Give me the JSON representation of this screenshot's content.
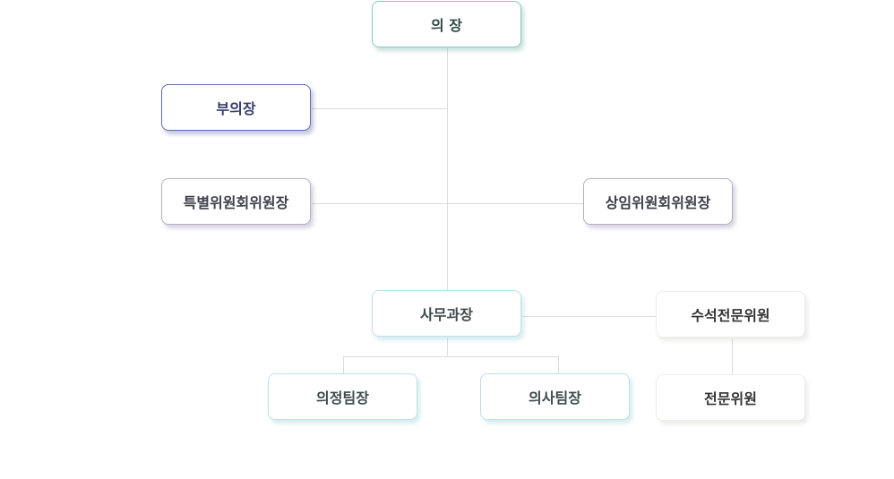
{
  "org_chart": {
    "chair": "의 장",
    "vice_chair": "부의장",
    "special_committee_chairs": "특별위원회위원장",
    "standing_committee_chairs": "상임위원회위원장",
    "secretariat_director": "사무과장",
    "chief_specialist": "수석전문위원",
    "legislative_team_leader": "의정팀장",
    "proceedings_team_leader": "의사팀장",
    "specialist": "전문위원"
  }
}
